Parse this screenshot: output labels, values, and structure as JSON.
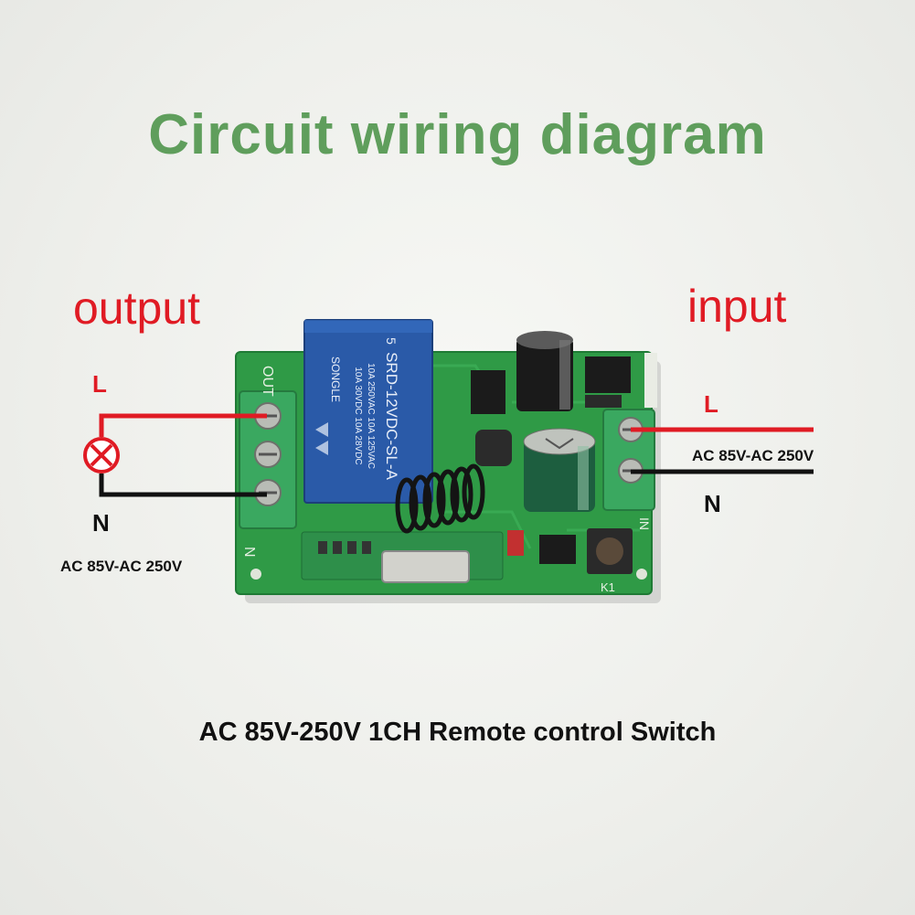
{
  "title": "Circuit wiring diagram",
  "output": {
    "label": "output",
    "live": "L",
    "neutral": "N",
    "voltage": "AC 85V-AC 250V"
  },
  "input": {
    "label": "input",
    "live": "L",
    "neutral": "N",
    "voltage": "AC 85V-AC 250V"
  },
  "caption": "AC 85V-250V 1CH Remote control Switch",
  "board": {
    "relay_brand": "SONGLE",
    "relay_model": "SRD-12VDC-SL-A",
    "relay_rating_1": "10A 250VAC 10A 125VAC",
    "relay_rating_2": "10A 30VDC 10A 28VDC",
    "relay_pin": "5",
    "silk_out": "OUT",
    "silk_n_left": "N",
    "silk_in": "IN",
    "silk_k1": "K1"
  },
  "colors": {
    "title": "#5f9e5c",
    "label_red": "#e01b24",
    "wire_live": "#e01b24",
    "wire_neutral": "#111111",
    "pcb": "#2f9a46",
    "relay": "#2a5aa8",
    "terminal": "#3aa860"
  },
  "icons": [
    "lamp-icon"
  ]
}
